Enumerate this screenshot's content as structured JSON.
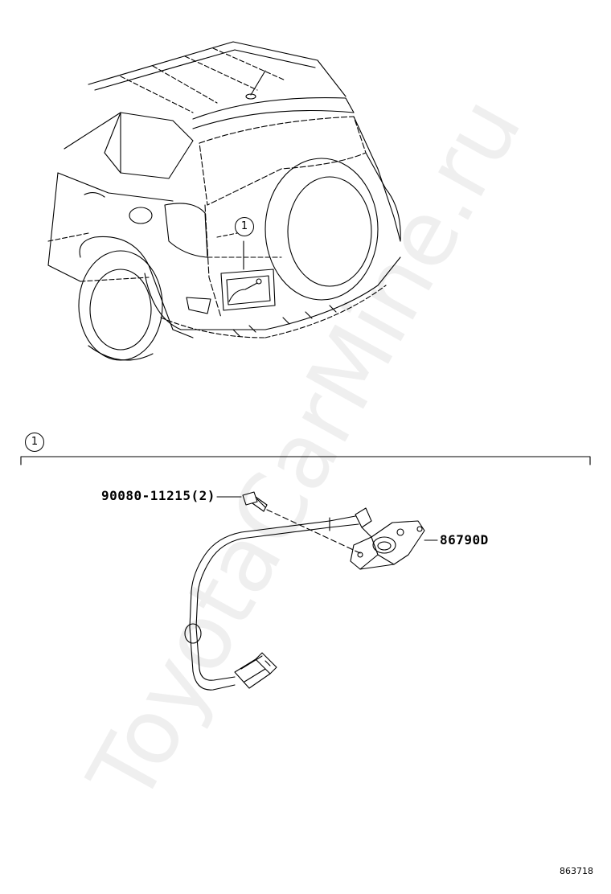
{
  "watermark": "ToyotaCarMine.ru",
  "callouts": {
    "car": "1",
    "section": "1"
  },
  "parts": [
    {
      "number": "90080-11215",
      "qty": "(2)"
    },
    {
      "number": "86790D",
      "qty": ""
    }
  ],
  "drawing_id": "863718",
  "icons": [
    "rear-suv-illustration",
    "bolt-icon",
    "camera-icon",
    "connector-icon"
  ]
}
